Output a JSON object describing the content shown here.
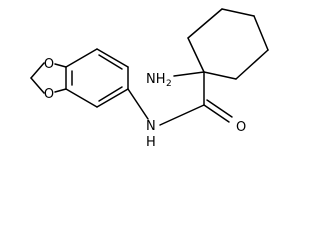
{
  "molecule": {
    "atoms": {
      "O1": "O",
      "O2": "O",
      "N_amide": "N",
      "H_amide": "H",
      "NH2_N": "NH",
      "NH2_sub": "2",
      "O_carbonyl": "O"
    }
  },
  "colors": {
    "bond": "#000000",
    "label": "#000000",
    "background": "#ffffff"
  }
}
